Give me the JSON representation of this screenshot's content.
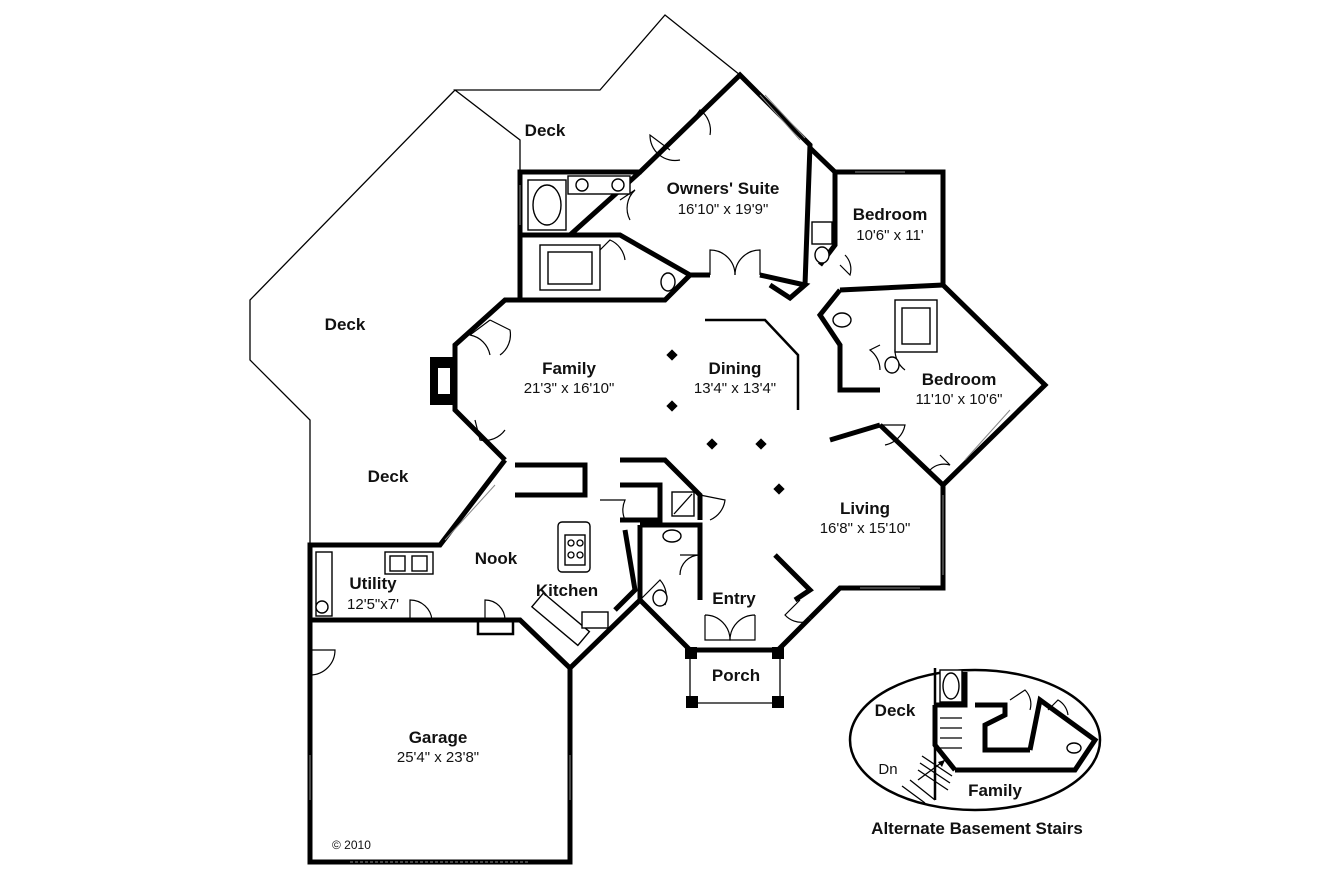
{
  "rooms": {
    "owners_suite": {
      "name": "Owners' Suite",
      "dims": "16'10\" x 19'9\""
    },
    "bedroom_1": {
      "name": "Bedroom",
      "dims": "10'6\" x 11'"
    },
    "bedroom_2": {
      "name": "Bedroom",
      "dims": "11'10' x 10'6\""
    },
    "family": {
      "name": "Family",
      "dims": "21'3\" x 16'10\""
    },
    "dining": {
      "name": "Dining",
      "dims": "13'4\" x 13'4\""
    },
    "living": {
      "name": "Living",
      "dims": "16'8\" x 15'10\""
    },
    "nook": {
      "name": "Nook"
    },
    "kitchen": {
      "name": "Kitchen"
    },
    "entry": {
      "name": "Entry"
    },
    "porch": {
      "name": "Porch"
    },
    "utility": {
      "name": "Utility",
      "dims": "12'5\"x7'"
    },
    "garage": {
      "name": "Garage",
      "dims": "25'4\" x 23'8\""
    }
  },
  "decks": {
    "top": "Deck",
    "left": "Deck",
    "lower": "Deck"
  },
  "copyright": "© 2010",
  "inset": {
    "caption": "Alternate Basement Stairs",
    "deck": "Deck",
    "down": "Dn",
    "family": "Family"
  }
}
